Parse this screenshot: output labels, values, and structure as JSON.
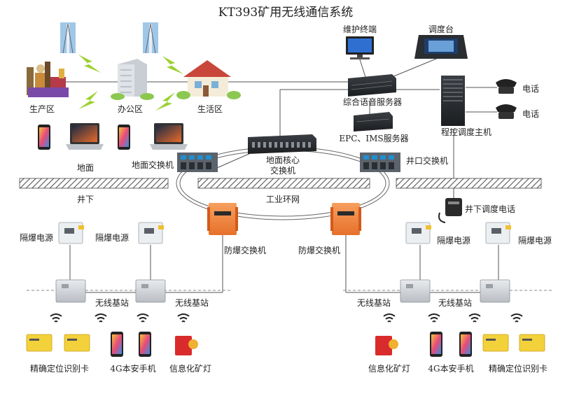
{
  "title": "KT393矿用无线通信系统",
  "surface": {
    "production_area": "生产区",
    "office_area": "办公区",
    "living_area": "生活区",
    "maintenance_terminal": "维护终端",
    "dispatch_console": "调度台",
    "voice_server": "综合语音服务器",
    "epc_server": "EPC、IMS服务器",
    "pbx_host": "程控调度主机",
    "phone1": "电话",
    "phone2": "电话",
    "surface_switch": "地面交换机",
    "core_switch_line1": "地面核心",
    "core_switch_line2": "交换机",
    "shaft_switch": "井口交换机",
    "ground_label": "地面",
    "underground_label": "井下",
    "ring_label": "工业环网",
    "underground_phone": "井下调度电话"
  },
  "underground": {
    "ex_switch_left": "防爆交换机",
    "ex_switch_right": "防爆交换机",
    "power_1": "隔爆电源",
    "power_2": "隔爆电源",
    "power_3": "隔爆电源",
    "power_4": "隔爆电源",
    "bs_1": "无线基站",
    "bs_2": "无线基站",
    "bs_3": "无线基站",
    "bs_4": "无线基站",
    "card_left": "精确定位识别卡",
    "phone_left": "4G本安手机",
    "lamp_left": "信息化矿灯",
    "lamp_right": "信息化矿灯",
    "phone_right": "4G本安手机",
    "card_right": "精确定位识别卡"
  },
  "colors": {
    "ex_switch": "#f0813a",
    "lightning": "#9bd12f",
    "hatch": "#555555"
  }
}
